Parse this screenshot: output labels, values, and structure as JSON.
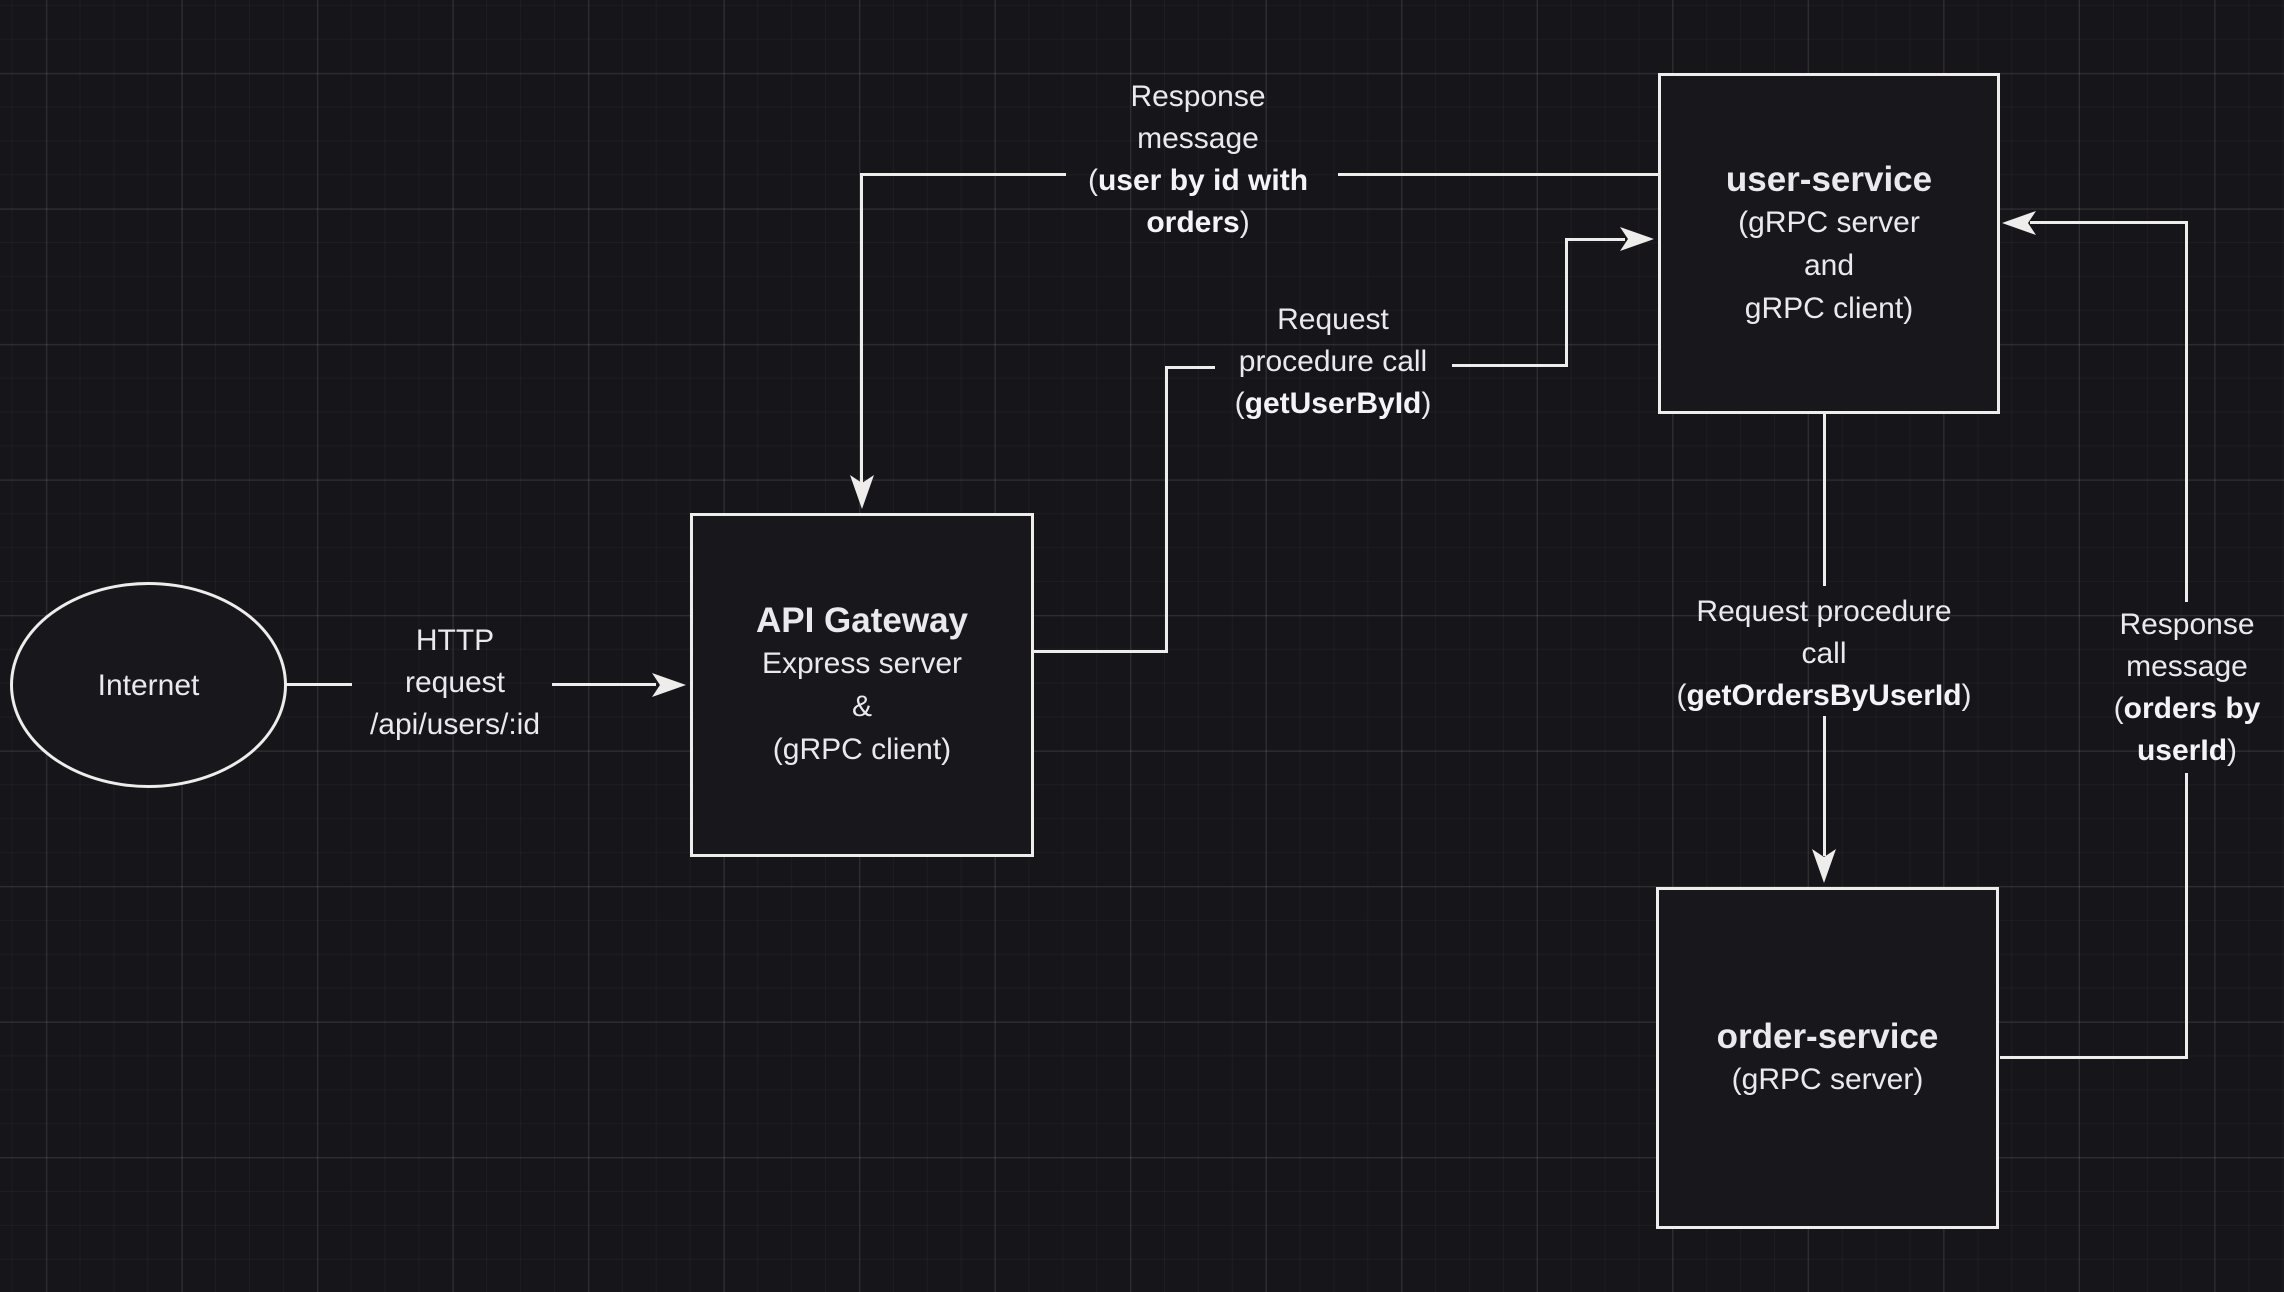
{
  "colors": {
    "canvas_bg": "#16151a",
    "shape_fill": "#18171c",
    "stroke": "#efedeb",
    "text": "#eae9ee"
  },
  "nodes": {
    "internet": {
      "label": "Internet"
    },
    "api_gateway": {
      "title": "API Gateway",
      "lines": [
        "Express server",
        "&",
        "(gRPC client)"
      ]
    },
    "user_service": {
      "title": "user-service",
      "lines": [
        "(gRPC server",
        "and",
        "gRPC client)"
      ]
    },
    "order_service": {
      "title": "order-service",
      "lines": [
        "(gRPC server)"
      ]
    }
  },
  "edges": {
    "http_request": {
      "l1": "HTTP",
      "l2": "request",
      "l3": "/api/users/:id"
    },
    "response_user_by_id": {
      "l1": "Response",
      "l2": "message",
      "l3_pre": "(",
      "l3_bold": "user by id with",
      "l4_bold": "orders",
      "l4_post": ")"
    },
    "request_get_user_by_id": {
      "l1": "Request",
      "l2": "procedure call",
      "l3_pre": "(",
      "l3_bold": "getUserById",
      "l3_post": ")"
    },
    "request_get_orders_by_user_id": {
      "l1": "Request procedure",
      "l2": "call",
      "l3_pre": "(",
      "l3_bold": "getOrdersByUserId",
      "l3_post": ")"
    },
    "response_orders_by_user_id": {
      "l1": "Response",
      "l2": "message",
      "l3_pre": "(",
      "l3_bold": "orders by",
      "l4_bold": "userId",
      "l4_post": ")"
    }
  }
}
